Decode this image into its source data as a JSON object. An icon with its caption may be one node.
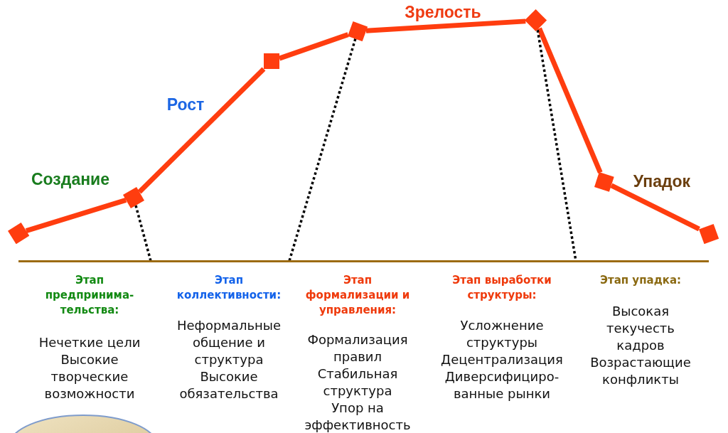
{
  "diagram": {
    "nodes": [
      {
        "text": [],
        "shape": "box"
      },
      {
        "text": [],
        "shape": "box"
      },
      {
        "text": [],
        "shape": "box"
      },
      {
        "text": [],
        "shape": "box"
      },
      {
        "text": [],
        "shape": "diamond"
      },
      {
        "text": [],
        "shape": "box"
      },
      {
        "text": [],
        "shape": "box"
      },
      {
        "text": [],
        "shape": "ellipse"
      }
    ],
    "edges": [
      {
        "from": 0,
        "to": 1,
        "arrow": "none"
      },
      {
        "from": 1,
        "to": 2,
        "arrow": "none"
      },
      {
        "from": 2,
        "to": 3,
        "arrow": "none"
      },
      {
        "from": 3,
        "to": 4,
        "arrow": "none"
      },
      {
        "from": 4,
        "to": 5,
        "arrow": "none"
      },
      {
        "from": 5,
        "to": 6,
        "arrow": "none"
      },
      {
        "from": 1,
        "to": null,
        "arrow": "none",
        "style": "dashed",
        "color": "#000000"
      },
      {
        "from": 3,
        "to": null,
        "arrow": "none",
        "style": "dashed",
        "color": "#000000"
      },
      {
        "from": 4,
        "to": null,
        "arrow": "none",
        "style": "dashed",
        "color": "#000000"
      }
    ],
    "labels": [
      "Зрелость",
      "Рост",
      "Создание",
      "Упадок",
      "Этап предпринима-тельства:",
      "Нечеткие цели",
      "Высокие творческие возможности",
      "Этап коллективности:",
      "Неформальные общение и структура",
      "Высокие обязательства",
      "Этап формализации и управления:",
      "Формализация правил",
      "Стабильная структура",
      "Упор на эффективность",
      "Этап выработки структуры:",
      "Усложнение структуры",
      "Децентрализация",
      "Диверсифициро-ванные рынки",
      "Этап упадка:",
      "Высокая текучесть кадров",
      "Возрастающие конфликты"
    ]
  }
}
